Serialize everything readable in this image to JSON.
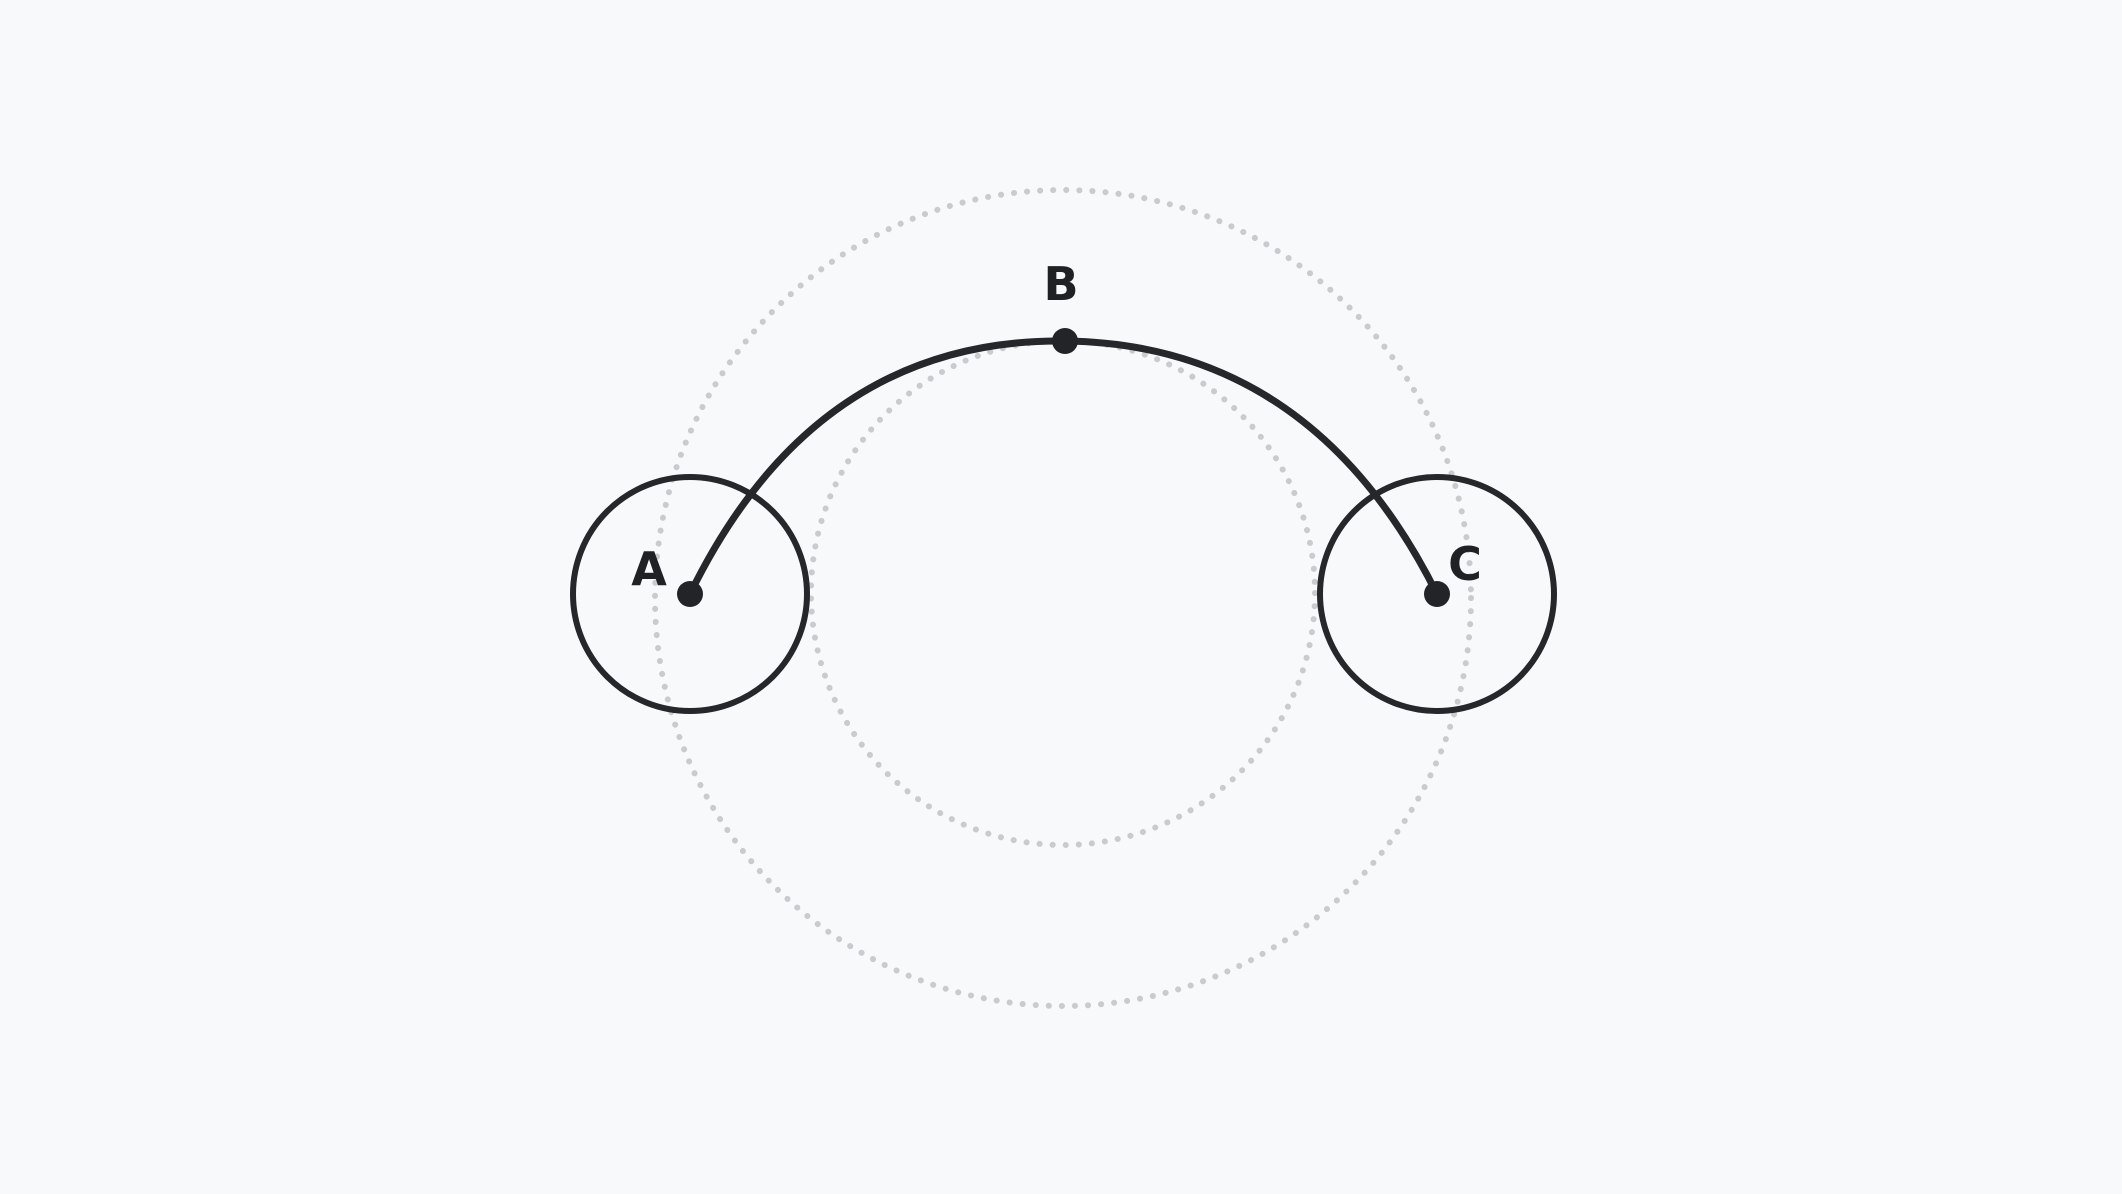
{
  "diagram": {
    "points": {
      "a": {
        "label": "A"
      },
      "b": {
        "label": "B"
      },
      "c": {
        "label": "C"
      }
    },
    "colors": {
      "background": "#f8f9fb",
      "stroke": "#25272b",
      "guide": "#c9cbcf"
    }
  }
}
